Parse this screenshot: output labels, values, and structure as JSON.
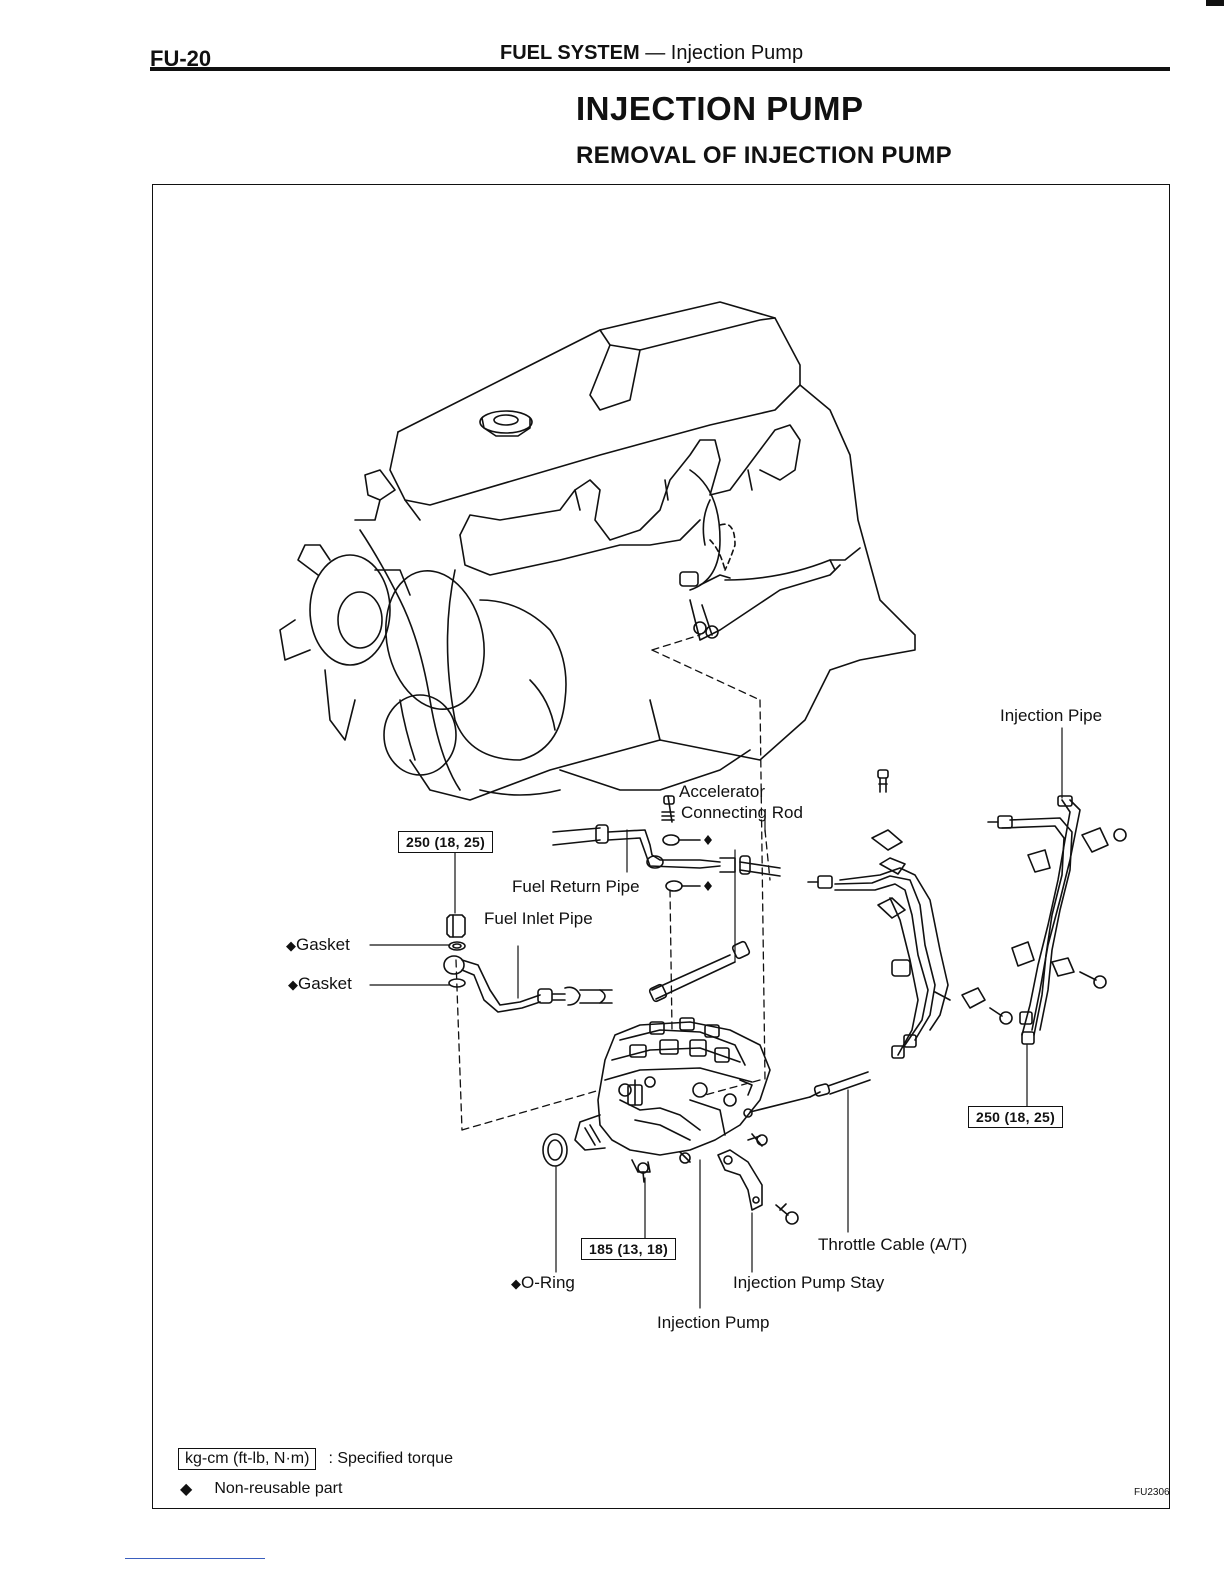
{
  "header": {
    "page_number": "FU-20",
    "section": "FUEL SYSTEM",
    "separator": "—",
    "subsection": "Injection Pump"
  },
  "title": "INJECTION PUMP",
  "subtitle": "REMOVAL OF INJECTION PUMP",
  "diagram": {
    "labels": {
      "injection_pipe": "Injection Pipe",
      "accelerator_line1": "Accelerator",
      "accelerator_line2": "Connecting Rod",
      "fuel_return_pipe": "Fuel Return Pipe",
      "fuel_inlet_pipe": "Fuel Inlet Pipe",
      "gasket_upper": "Gasket",
      "gasket_lower": "Gasket",
      "o_ring": "O-Ring",
      "throttle_cable": "Throttle Cable (A/T)",
      "injection_pump_stay": "Injection Pump Stay",
      "injection_pump": "Injection Pump"
    },
    "torques": {
      "union_bolt": "250 (18, 25)",
      "injection_pipe_nut": "250 (18, 25)",
      "pump_bolt": "185 (13, 18)"
    },
    "non_reusable_marker": "◆",
    "figure_code": "FU2306"
  },
  "legend": {
    "torque_unit": "kg-cm (ft-lb, N·m)",
    "torque_desc": ": Specified torque",
    "marker": "◆",
    "marker_desc": "Non-reusable part"
  }
}
